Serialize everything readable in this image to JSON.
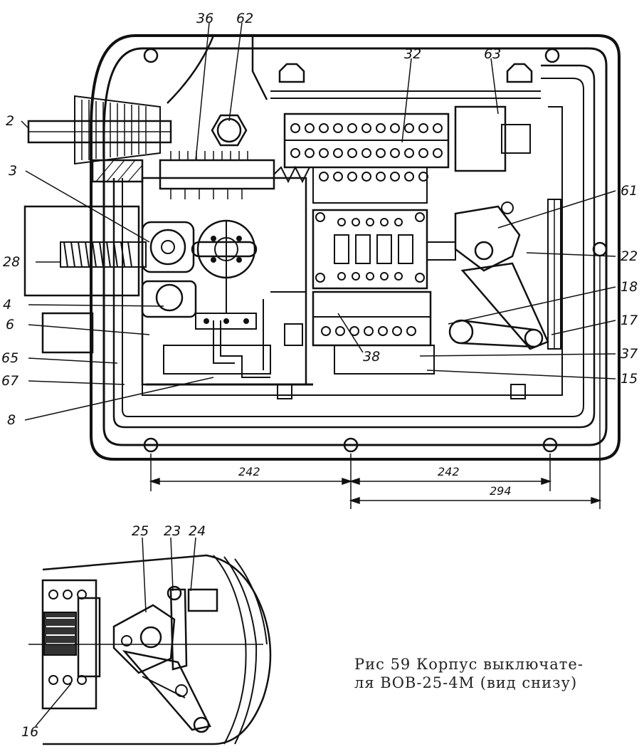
{
  "figure": {
    "caption_line1": "Рис 59 Корпус выключате-",
    "caption_line2": "ля ВОВ-25-4М (вид снизу)"
  },
  "callouts": {
    "l36": "36",
    "l62": "62",
    "l32": "32",
    "l63": "63",
    "l2": "2",
    "l3": "3",
    "l28": "28",
    "l4": "4",
    "l6": "6",
    "l65": "65",
    "l67": "67",
    "l8": "8",
    "l61": "61",
    "l22": "22",
    "l18": "18",
    "l17": "17",
    "l37": "37",
    "l15": "15",
    "l38": "38",
    "l25": "25",
    "l23": "23",
    "l24": "24",
    "l16": "16"
  },
  "dimensions": {
    "d1": "242",
    "d2": "242",
    "d3": "294"
  }
}
